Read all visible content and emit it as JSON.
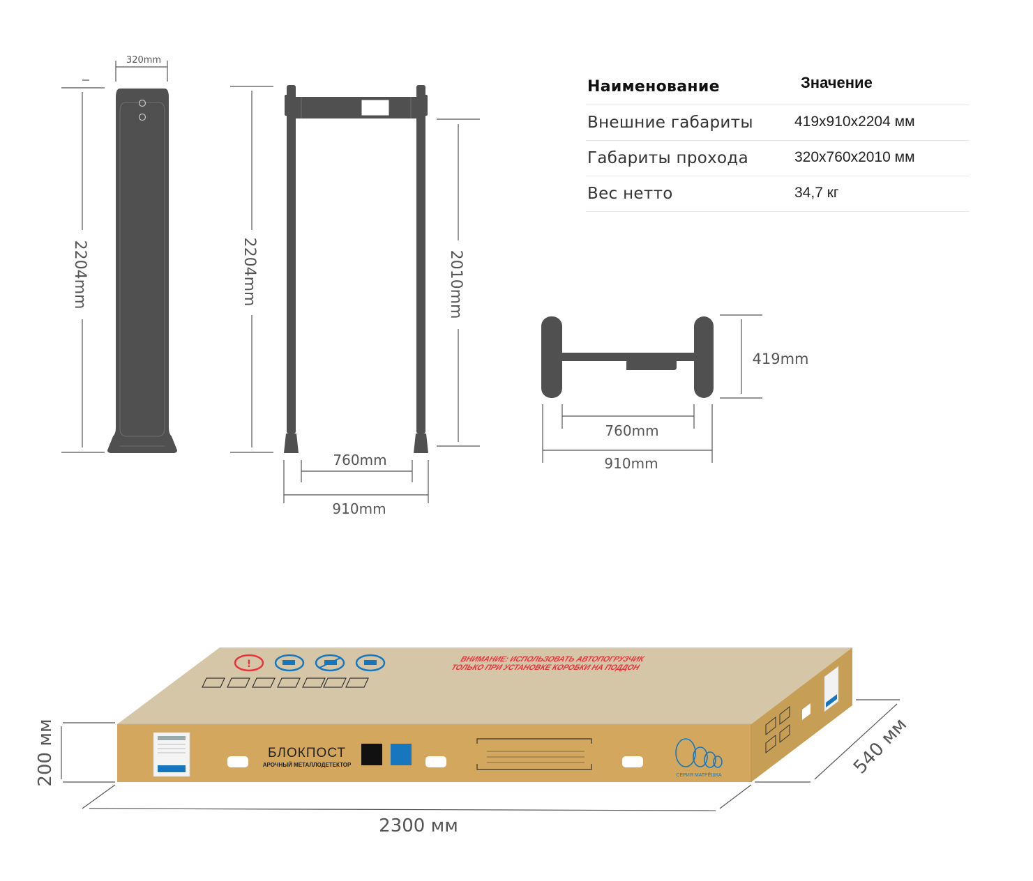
{
  "specs": {
    "header": {
      "name": "Наименование",
      "value": "Значение"
    },
    "rows": [
      {
        "name": "Внешние габариты",
        "value": "419x910x2204 мм"
      },
      {
        "name": "Габариты прохода",
        "value": "320x760x2010 мм"
      },
      {
        "name": "Вес нетто",
        "value": "34,7 кг"
      }
    ]
  },
  "side_view": {
    "width_label": "320mm",
    "height_label": "2204mm"
  },
  "front_view": {
    "height_label": "2204mm",
    "passage_height_label": "2010mm",
    "inner_width_label": "760mm",
    "outer_width_label": "910mm"
  },
  "top_view": {
    "depth_label": "419mm",
    "inner_width_label": "760mm",
    "outer_width_label": "910mm"
  },
  "box": {
    "height_label": "200 мм",
    "length_label": "2300 мм",
    "depth_label": "540 мм",
    "brand": "БЛОКПОСТ",
    "product": "АРОЧНЫЙ МЕТАЛЛОДЕТЕКТОР",
    "warning_line1": "ВНИМАНИЕ: ИСПОЛЬЗОВАТЬ АВТОПОГРУЗЧИК",
    "warning_line2": "ТОЛЬКО ПРИ УСТАНОВКЕ КОРОБКИ НА ПОДДОН",
    "series": "СЕРИЯ МАТРЁШКА",
    "colors": {
      "cardboard_front": "#d3a85e",
      "cardboard_top": "#d6c6a8",
      "cardboard_side": "#c79e55",
      "warning_red": "#e8333c",
      "brand_blue": "#1677bf",
      "brand_black": "#111111",
      "device_gray": "#505050"
    }
  }
}
